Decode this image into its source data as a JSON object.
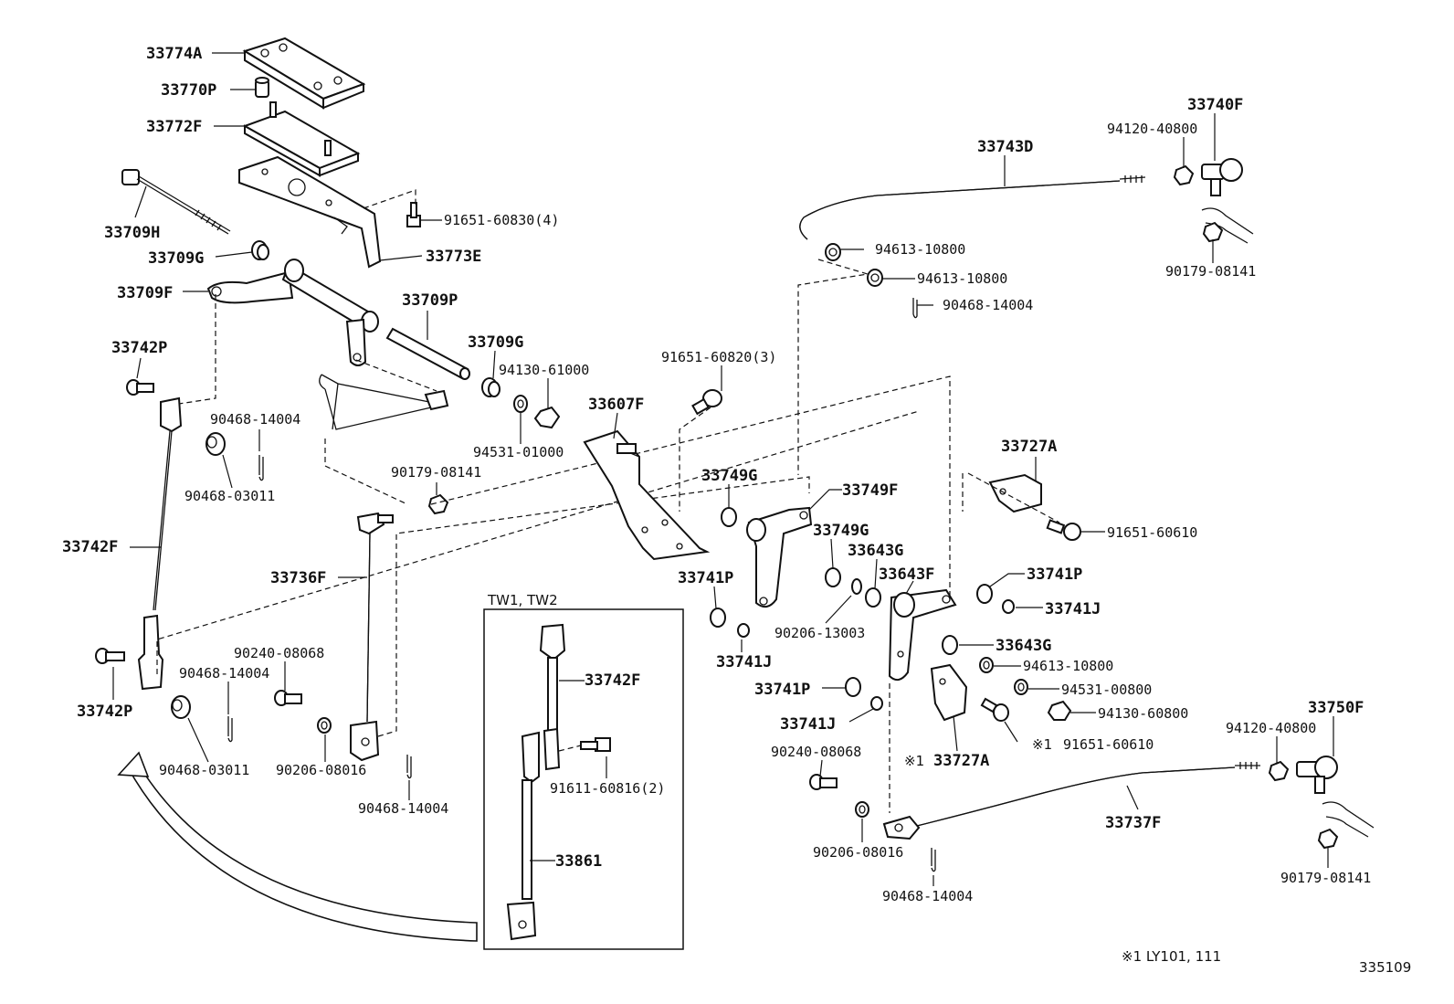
{
  "diagram": {
    "labels": {
      "l33774A": "33774A",
      "l33770P": "33770P",
      "l33772F": "33772F",
      "l33709H": "33709H",
      "l33709G_a": "33709G",
      "l33709F": "33709F",
      "l33773E": "33773E",
      "l91651_60830": "91651-60830(4)",
      "l33709P": "33709P",
      "l33709G_b": "33709G",
      "l94130_61000": "94130-61000",
      "l94531_01000": "94531-01000",
      "l33742P_a": "33742P",
      "l90468_14004_a": "90468-14004",
      "l90468_03011_a": "90468-03011",
      "l90179_08141_a": "90179-08141",
      "l33742F_a": "33742F",
      "l33736F": "33736F",
      "l90240_08068_a": "90240-08068",
      "l90468_14004_b": "90468-14004",
      "l33742P_b": "33742P",
      "l90468_03011_b": "90468-03011",
      "l90206_08016_a": "90206-08016",
      "l90468_14004_c": "90468-14004",
      "l33743D": "33743D",
      "l94120_40800_a": "94120-40800",
      "l33740F": "33740F",
      "l94613_10800_a": "94613-10800",
      "l94613_10800_b": "94613-10800",
      "l90468_14004_d": "90468-14004",
      "l90179_08141_b": "90179-08141",
      "l91651_60820": "91651-60820(3)",
      "l33607F": "33607F",
      "l33749G_a": "33749G",
      "l33749F": "33749F",
      "l33749G_b": "33749G",
      "l33643G_a": "33643G",
      "l33643F": "33643F",
      "l33741P_a": "33741P",
      "l33741J_a": "33741J",
      "l90206_13003": "90206-13003",
      "l33727A_a": "33727A",
      "l91651_60610_a": "91651-60610",
      "l33741P_b": "33741P",
      "l33741J_b": "33741J",
      "l33643G_b": "33643G",
      "l94613_10800_c": "94613-10800",
      "l94531_00800": "94531-00800",
      "l94130_60800": "94130-60800",
      "l33741P_c": "33741P",
      "l33741J_c": "33741J",
      "l91651_60610_b": "91651-60610",
      "l90240_08068_b": "90240-08068",
      "l33727A_b": "33727A",
      "l94120_40800_b": "94120-40800",
      "l33750F": "33750F",
      "l33737F": "33737F",
      "l90206_08016_b": "90206-08016",
      "l90468_14004_e": "90468-14004",
      "l90179_08141_c": "90179-08141",
      "inset_title": "TW1, TW2",
      "l33742F_b": "33742F",
      "l91611_60816": "91611-60816(2)",
      "l33861": "33861",
      "mark1": "※1",
      "mark2": "※1",
      "footnote": "※1  LY101, 111",
      "figure_code": "335109"
    }
  }
}
